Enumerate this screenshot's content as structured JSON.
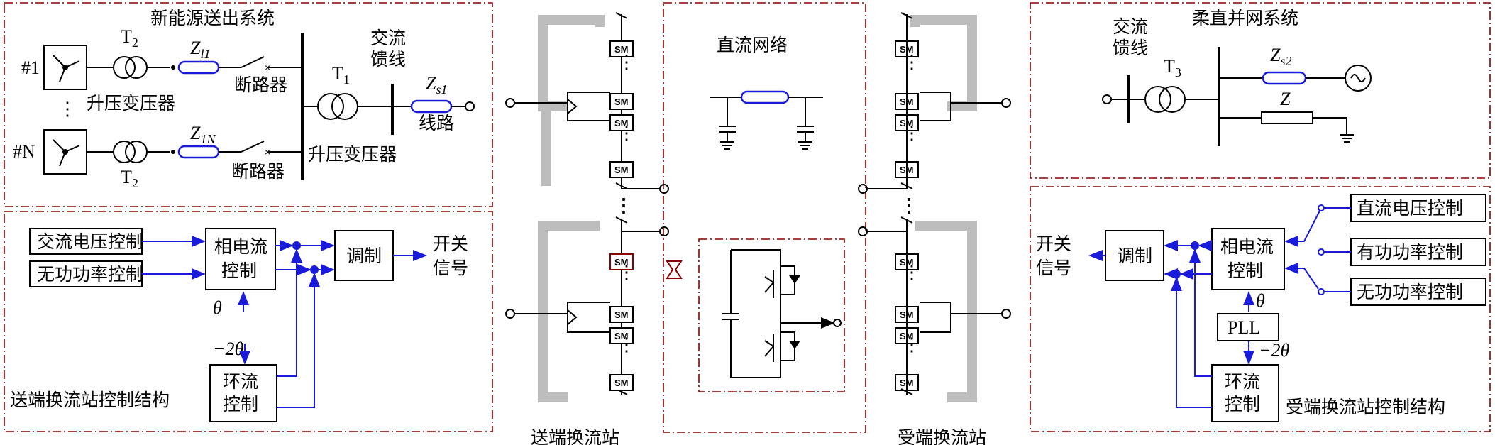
{
  "panels": {
    "renewable_title": "新能源送出系统",
    "dc_network_title": "直流网络",
    "vsc_grid_title": "柔直并网系统",
    "send_ctrl_title": "送端换流站控制结构",
    "recv_ctrl_title": "受端换流站控制结构",
    "send_station": "送端换流站",
    "recv_station": "受端换流站"
  },
  "renewable": {
    "unit1": "#1",
    "unitN": "#N",
    "dots": "⋮",
    "t2": "T",
    "t2_sub": "2",
    "t1": "T",
    "t1_sub": "1",
    "z11": "Z",
    "z11_sub": "l1",
    "z1n": "Z",
    "z1n_sub": "1N",
    "zs1": "Z",
    "zs1_sub": "s1",
    "breaker": "断路器",
    "step_up": "升压变压器",
    "ac_feeder_1": "交流",
    "ac_feeder_2": "馈线",
    "line": "线路"
  },
  "vsc_grid": {
    "ac_feeder_1": "交流",
    "ac_feeder_2": "馈线",
    "t3": "T",
    "t3_sub": "3",
    "zs2": "Z",
    "zs2_sub": "s2",
    "z": "Z"
  },
  "converter": {
    "sm": "SM",
    "dots": "⋮"
  },
  "send_ctrl": {
    "ac_voltage": "交流电压控制",
    "reactive": "无功功率控制",
    "phase_current_1": "相电流",
    "phase_current_2": "控制",
    "modulation": "调制",
    "switch_1": "开关",
    "switch_2": "信号",
    "theta": "θ",
    "neg2theta": "−2θ",
    "circ_1": "环流",
    "circ_2": "控制"
  },
  "recv_ctrl": {
    "dc_voltage": "直流电压控制",
    "active": "有功功率控制",
    "reactive": "无功功率控制",
    "phase_current_1": "相电流",
    "phase_current_2": "控制",
    "modulation": "调制",
    "switch_1": "开关",
    "switch_2": "信号",
    "pll": "PLL",
    "theta": "θ",
    "neg2theta": "−2θ",
    "circ_1": "环流",
    "circ_2": "控制"
  }
}
